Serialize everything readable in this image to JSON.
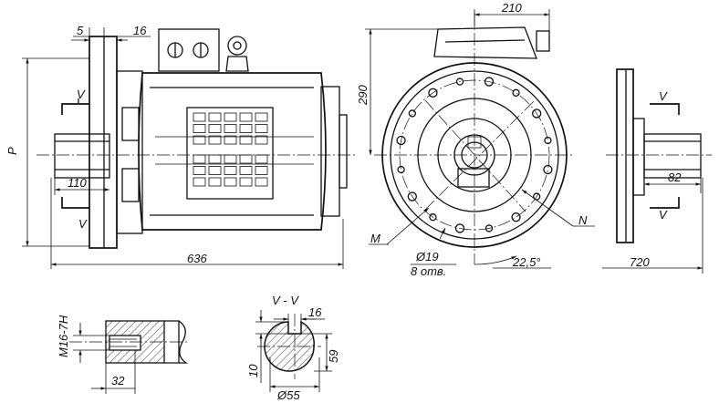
{
  "side_view": {
    "dim_5": "5",
    "dim_16": "16",
    "dim_P": "P",
    "dim_110": "110",
    "dim_636": "636",
    "section_V_top": "V",
    "section_V_bottom": "V"
  },
  "front_view": {
    "dim_210": "210",
    "dim_290": "290",
    "label_M": "M",
    "label_N": "N",
    "hole_diameter": "Ø19",
    "hole_count": "8 отв.",
    "angle": "22,5°"
  },
  "flange_view": {
    "section_V_top": "V",
    "section_V_bottom": "V",
    "dim_82": "82",
    "dim_720": "720"
  },
  "shaft_detail": {
    "thread": "M16-7H",
    "dim_32": "32"
  },
  "section_vv": {
    "title": "V - V",
    "dim_16": "16",
    "dim_59": "59",
    "dim_10": "10",
    "dim_55": "Ø55"
  }
}
